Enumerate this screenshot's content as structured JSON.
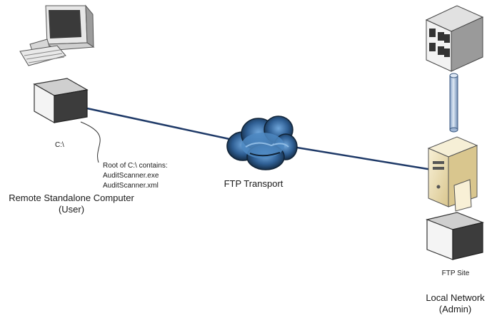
{
  "diagram": {
    "remote_drive_label": "C:\\",
    "root_note_lines": [
      "Root of C:\\ contains:",
      "AuditScanner.exe",
      "AuditScanner.xml"
    ],
    "remote_computer_label_lines": [
      "Remote Standalone Computer",
      "(User)"
    ],
    "transport_label": "FTP Transport",
    "ftp_site_label": "FTP Site",
    "local_network_label_lines": [
      "Local Network",
      "(Admin)"
    ]
  },
  "colors": {
    "link_line": "#1f3a68",
    "cloud_dark": "#0f2236",
    "cloud_light": "#4e88c2",
    "box_light": "#f4f4f4",
    "box_side": "#3c3c3c",
    "cylinder": "#b9cde5",
    "server_tan": "#ede1b8"
  }
}
